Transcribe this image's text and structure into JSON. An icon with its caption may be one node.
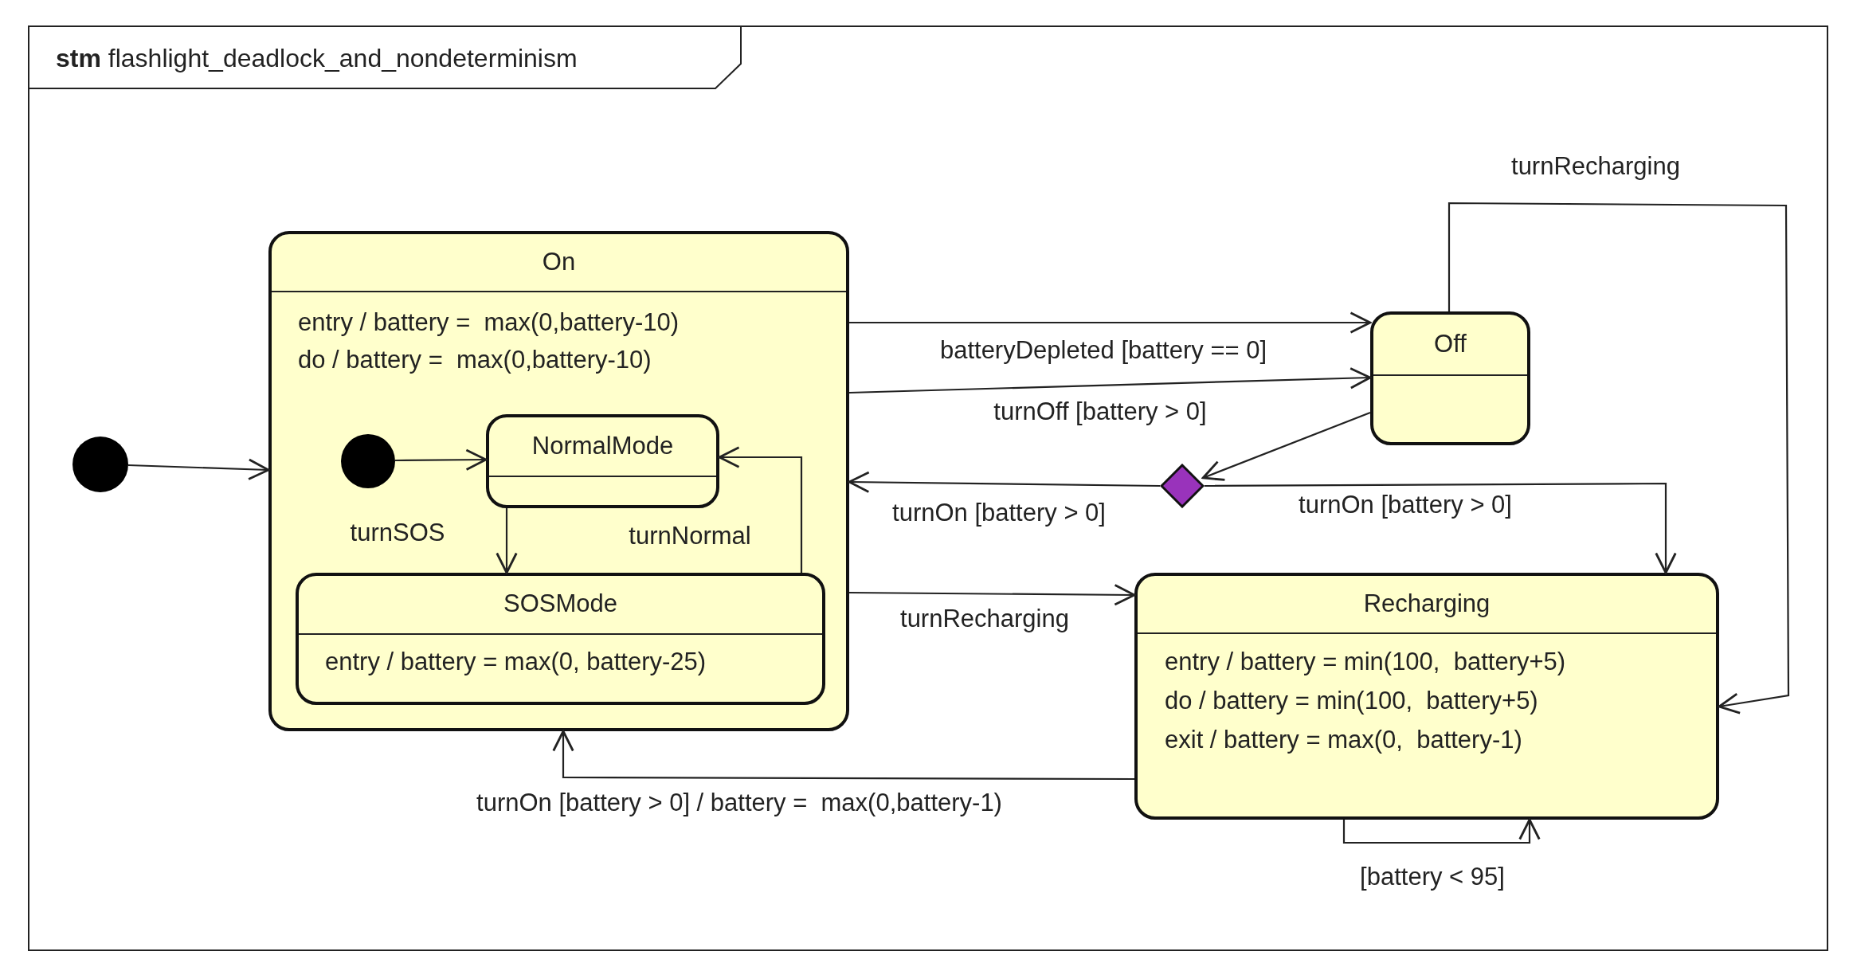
{
  "diagram": {
    "title": "**stm** flashlight_deadlock_and_nondeterminism",
    "nodes": [
      {
        "text": [],
        "shape": "circle"
      },
      {
        "text": [
          "On",
          "entry / battery =  max(0,battery-10)",
          "do / battery =  max(0,battery-10)"
        ]
      },
      {
        "text": [],
        "shape": "circle",
        "in": 1
      },
      {
        "text": [
          "NormalMode"
        ],
        "in": 1
      },
      {
        "text": [
          "SOSMode",
          "entry / battery = max(0, battery-25)"
        ],
        "in": 1
      },
      {
        "text": [
          "Off"
        ]
      },
      {
        "text": [],
        "shape": "diamond"
      },
      {
        "text": [
          "Recharging",
          "entry / battery = min(100,  battery+5)",
          "do / battery = min(100,  battery+5)",
          "exit / battery = max(0,  battery-1)"
        ]
      }
    ],
    "edges": [
      {
        "from": 0,
        "to": 1,
        "arrow": "to"
      },
      {
        "from": 2,
        "to": 3,
        "arrow": "to"
      },
      {
        "from": 3,
        "to": 4,
        "arrow": "to",
        "label": "turnSOS"
      },
      {
        "from": 4,
        "to": 3,
        "arrow": "to",
        "label": "turnNormal"
      },
      {
        "from": 1,
        "to": 5,
        "arrow": "to",
        "label": "batteryDepleted [battery == 0]"
      },
      {
        "from": 1,
        "to": 5,
        "arrow": "to",
        "label": "turnOff [battery > 0]"
      },
      {
        "from": 5,
        "to": 6,
        "arrow": "to"
      },
      {
        "from": 6,
        "to": 1,
        "arrow": "to",
        "label": "turnOn [battery > 0]"
      },
      {
        "from": 6,
        "to": 7,
        "arrow": "to",
        "label": "turnOn [battery > 0]"
      },
      {
        "from": 5,
        "to": 7,
        "arrow": "to",
        "label": "turnRecharging"
      },
      {
        "from": 1,
        "to": 7,
        "arrow": "to",
        "label": "turnRecharging"
      },
      {
        "from": 7,
        "to": 1,
        "arrow": "to",
        "label": "turnOn [battery > 0] / battery =  max(0,battery-1)"
      },
      {
        "from": 7,
        "to": 7,
        "arrow": "to",
        "label": "[battery < 95]"
      }
    ]
  }
}
